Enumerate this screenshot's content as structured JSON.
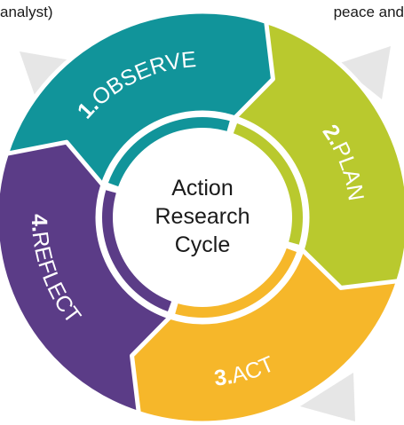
{
  "fragments": {
    "top_left": "analyst)",
    "top_right": "peace and"
  },
  "center": {
    "lines": [
      "Action",
      "Research",
      "Cycle"
    ]
  },
  "stages": [
    {
      "number": "1.",
      "label": "OBSERVE",
      "color": "#11949a"
    },
    {
      "number": "2.",
      "label": "PLAN",
      "color": "#b9c92e"
    },
    {
      "number": "3.",
      "label": "ACT",
      "color": "#f6b72a"
    },
    {
      "number": "4.",
      "label": "REFLECT",
      "color": "#5b3c87"
    }
  ],
  "colors": {
    "background_arrow": "#e6e6e6",
    "center_fill": "#ffffff",
    "center_text": "#1a1a1a",
    "stage_text": "#ffffff"
  }
}
